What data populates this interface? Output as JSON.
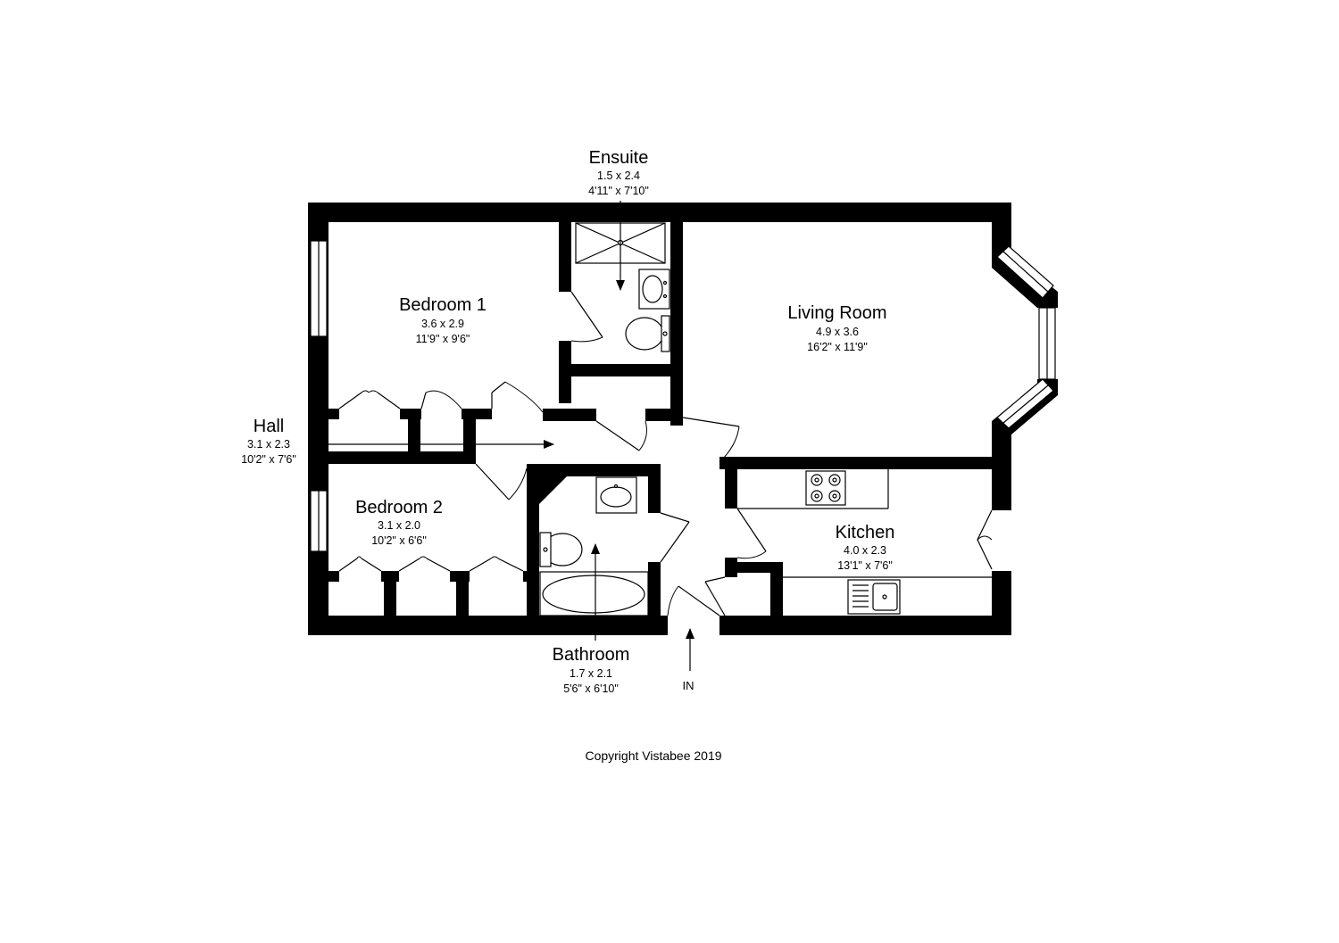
{
  "rooms": {
    "ensuite": {
      "name": "Ensuite",
      "metric": "1.5 x 2.4",
      "imperial": "4'11\" x 7'10\""
    },
    "bedroom1": {
      "name": "Bedroom 1",
      "metric": "3.6 x 2.9",
      "imperial": "11'9\" x 9'6\""
    },
    "living": {
      "name": "Living Room",
      "metric": "4.9 x 3.6",
      "imperial": "16'2\" x 11'9\""
    },
    "hall": {
      "name": "Hall",
      "metric": "3.1 x 2.3",
      "imperial": "10'2\" x 7'6\""
    },
    "bedroom2": {
      "name": "Bedroom 2",
      "metric": "3.1 x 2.0",
      "imperial": "10'2\" x 6'6\""
    },
    "kitchen": {
      "name": "Kitchen",
      "metric": "4.0 x 2.3",
      "imperial": "13'1\" x 7'6\""
    },
    "bathroom": {
      "name": "Bathroom",
      "metric": "1.7 x 2.1",
      "imperial": "5'6\" x 6'10\""
    }
  },
  "entrance_label": "IN",
  "copyright": "Copyright Vistabee 2019"
}
